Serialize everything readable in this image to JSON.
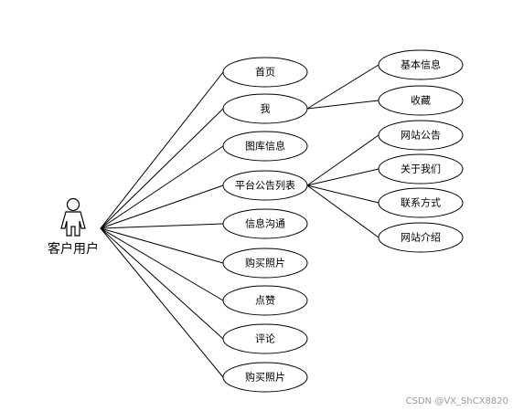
{
  "actor": {
    "label": "客户用户"
  },
  "use_cases": [
    {
      "id": "uc-home",
      "label": "首页"
    },
    {
      "id": "uc-me",
      "label": "我"
    },
    {
      "id": "uc-gallery",
      "label": "图库信息"
    },
    {
      "id": "uc-announcements",
      "label": "平台公告列表"
    },
    {
      "id": "uc-messages",
      "label": "信息沟通"
    },
    {
      "id": "uc-buy-1",
      "label": "购买照片"
    },
    {
      "id": "uc-like",
      "label": "点赞"
    },
    {
      "id": "uc-comment",
      "label": "评论"
    },
    {
      "id": "uc-buy-2",
      "label": "购买照片"
    }
  ],
  "sub_cases": [
    {
      "id": "sub-basic-info",
      "label": "基本信息",
      "parent": "uc-me"
    },
    {
      "id": "sub-favorites",
      "label": "收藏",
      "parent": "uc-me"
    },
    {
      "id": "sub-site-notice",
      "label": "网站公告",
      "parent": "uc-announcements"
    },
    {
      "id": "sub-about",
      "label": "关于我们",
      "parent": "uc-announcements"
    },
    {
      "id": "sub-contact",
      "label": "联系方式",
      "parent": "uc-announcements"
    },
    {
      "id": "sub-site-intro",
      "label": "网站介绍",
      "parent": "uc-announcements"
    }
  ],
  "watermark": "CSDN @VX_ShCX8820"
}
